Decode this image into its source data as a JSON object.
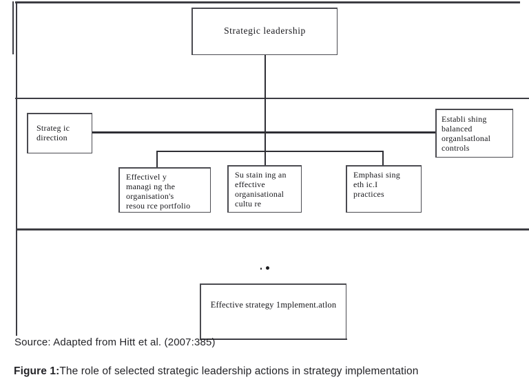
{
  "figure": {
    "boxes": {
      "top": "Strategic leadership",
      "left": "Strateg ic\ndirection",
      "right": "Establi shing\nbalanced\norganlsatlonal\ncontrols",
      "middle_1": "Effectivel y\nmanagi ng  the\norganisation's\nresou rce portfolio",
      "middle_2": "Su stain ing  an\neffective\norganisational\ncultu re",
      "middle_3": "Emphasi sing\neth ic.I\npractices",
      "bottom": "Effective  strategy  1mplement.atlon"
    },
    "source": "Source: Adapted from Hitt et al. (2007:385)",
    "caption_label": "Figure  1:",
    "caption_text": "The role of selected strategic leadership actions in strategy implementation"
  },
  "colors": {
    "line": "#3c3c42",
    "box_border": "#4a4a50",
    "text": "#16161a",
    "caption_text": "#242428",
    "background": "#ffffff"
  }
}
